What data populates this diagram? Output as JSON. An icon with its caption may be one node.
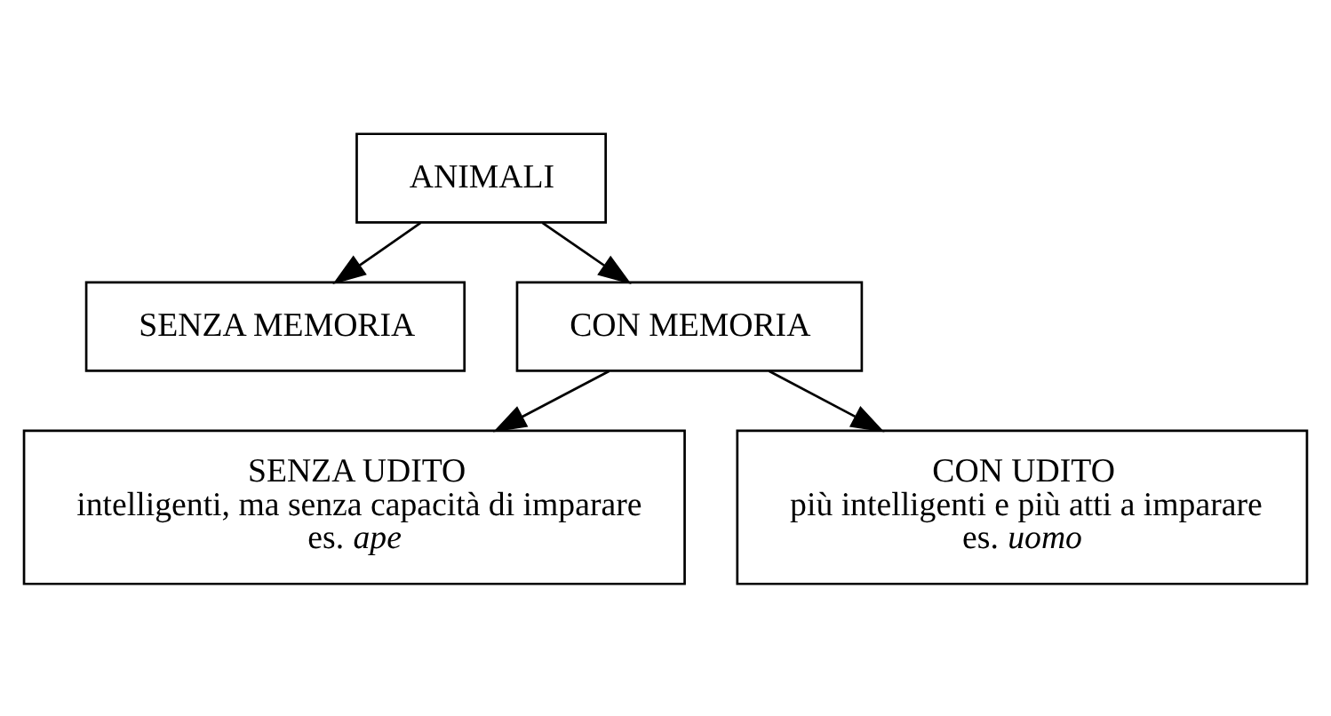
{
  "diagram": {
    "nodes": [
      {
        "text": [
          "ANIMALI"
        ]
      },
      {
        "text": [
          "SENZA MEMORIA"
        ]
      },
      {
        "text": [
          "CON MEMORIA"
        ]
      },
      {
        "text": [
          "SENZA UDITO",
          "intelligenti, ma senza capacità di imparare",
          "es. *ape*"
        ]
      },
      {
        "text": [
          "CON UDITO",
          "più intelligenti e più atti a imparare",
          "es. *uomo*"
        ]
      }
    ],
    "edges": [
      {
        "from": 0,
        "to": 1,
        "arrow": "to"
      },
      {
        "from": 0,
        "to": 2,
        "arrow": "to"
      },
      {
        "from": 2,
        "to": 3,
        "arrow": "to"
      },
      {
        "from": 2,
        "to": 4,
        "arrow": "to"
      }
    ]
  }
}
